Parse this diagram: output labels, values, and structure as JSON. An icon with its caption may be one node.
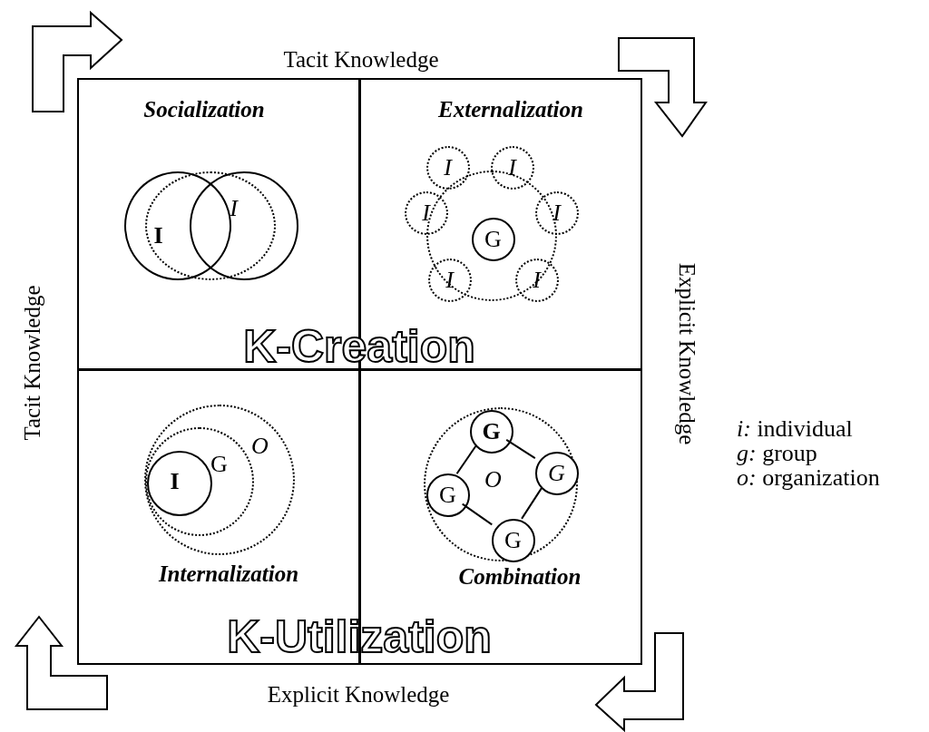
{
  "diagram": {
    "nodes": [
      {
        "text": [
          "Socialization"
        ]
      },
      {
        "text": [
          "Externalization"
        ]
      },
      {
        "text": [
          "Internalization"
        ]
      },
      {
        "text": [
          "Combination"
        ]
      },
      {
        "text": [
          "I"
        ],
        "in": 0
      },
      {
        "text": [],
        "shape": "circle",
        "in": 0
      },
      {
        "text": [
          "I"
        ],
        "in": 0
      },
      {
        "text": [],
        "shape": "circle",
        "in": 1
      },
      {
        "text": [
          "G"
        ],
        "in": 7
      },
      {
        "text": [
          "I"
        ],
        "in": 1
      },
      {
        "text": [
          "I"
        ],
        "in": 1
      },
      {
        "text": [
          "I"
        ],
        "in": 1
      },
      {
        "text": [
          "I"
        ],
        "in": 1
      },
      {
        "text": [
          "I"
        ],
        "in": 7
      },
      {
        "text": [
          "I"
        ],
        "in": 7
      },
      {
        "text": [
          "O"
        ],
        "in": 2
      },
      {
        "text": [
          "G"
        ],
        "in": 15
      },
      {
        "text": [
          "I"
        ],
        "in": 16
      },
      {
        "text": [
          "O"
        ],
        "in": 3
      },
      {
        "text": [
          "G"
        ],
        "in": 18
      },
      {
        "text": [
          "G"
        ],
        "in": 18
      },
      {
        "text": [
          "G"
        ],
        "in": 18
      },
      {
        "text": [
          "G"
        ],
        "in": 18
      }
    ],
    "edges": [
      {
        "from": 19,
        "to": 20,
        "arrow": "none"
      },
      {
        "from": 20,
        "to": 22,
        "arrow": "none"
      },
      {
        "from": 22,
        "to": 21,
        "arrow": "none"
      },
      {
        "from": 21,
        "to": 19,
        "arrow": "none"
      }
    ],
    "labels": [
      "Tacit Knowledge",
      "Tacit Knowledge",
      "Explicit Knowledge",
      "K-Creation",
      "*i:* individual",
      "*g:* group",
      "*o:* organization",
      "K-Utilization",
      "Explicit Knowledge"
    ]
  }
}
